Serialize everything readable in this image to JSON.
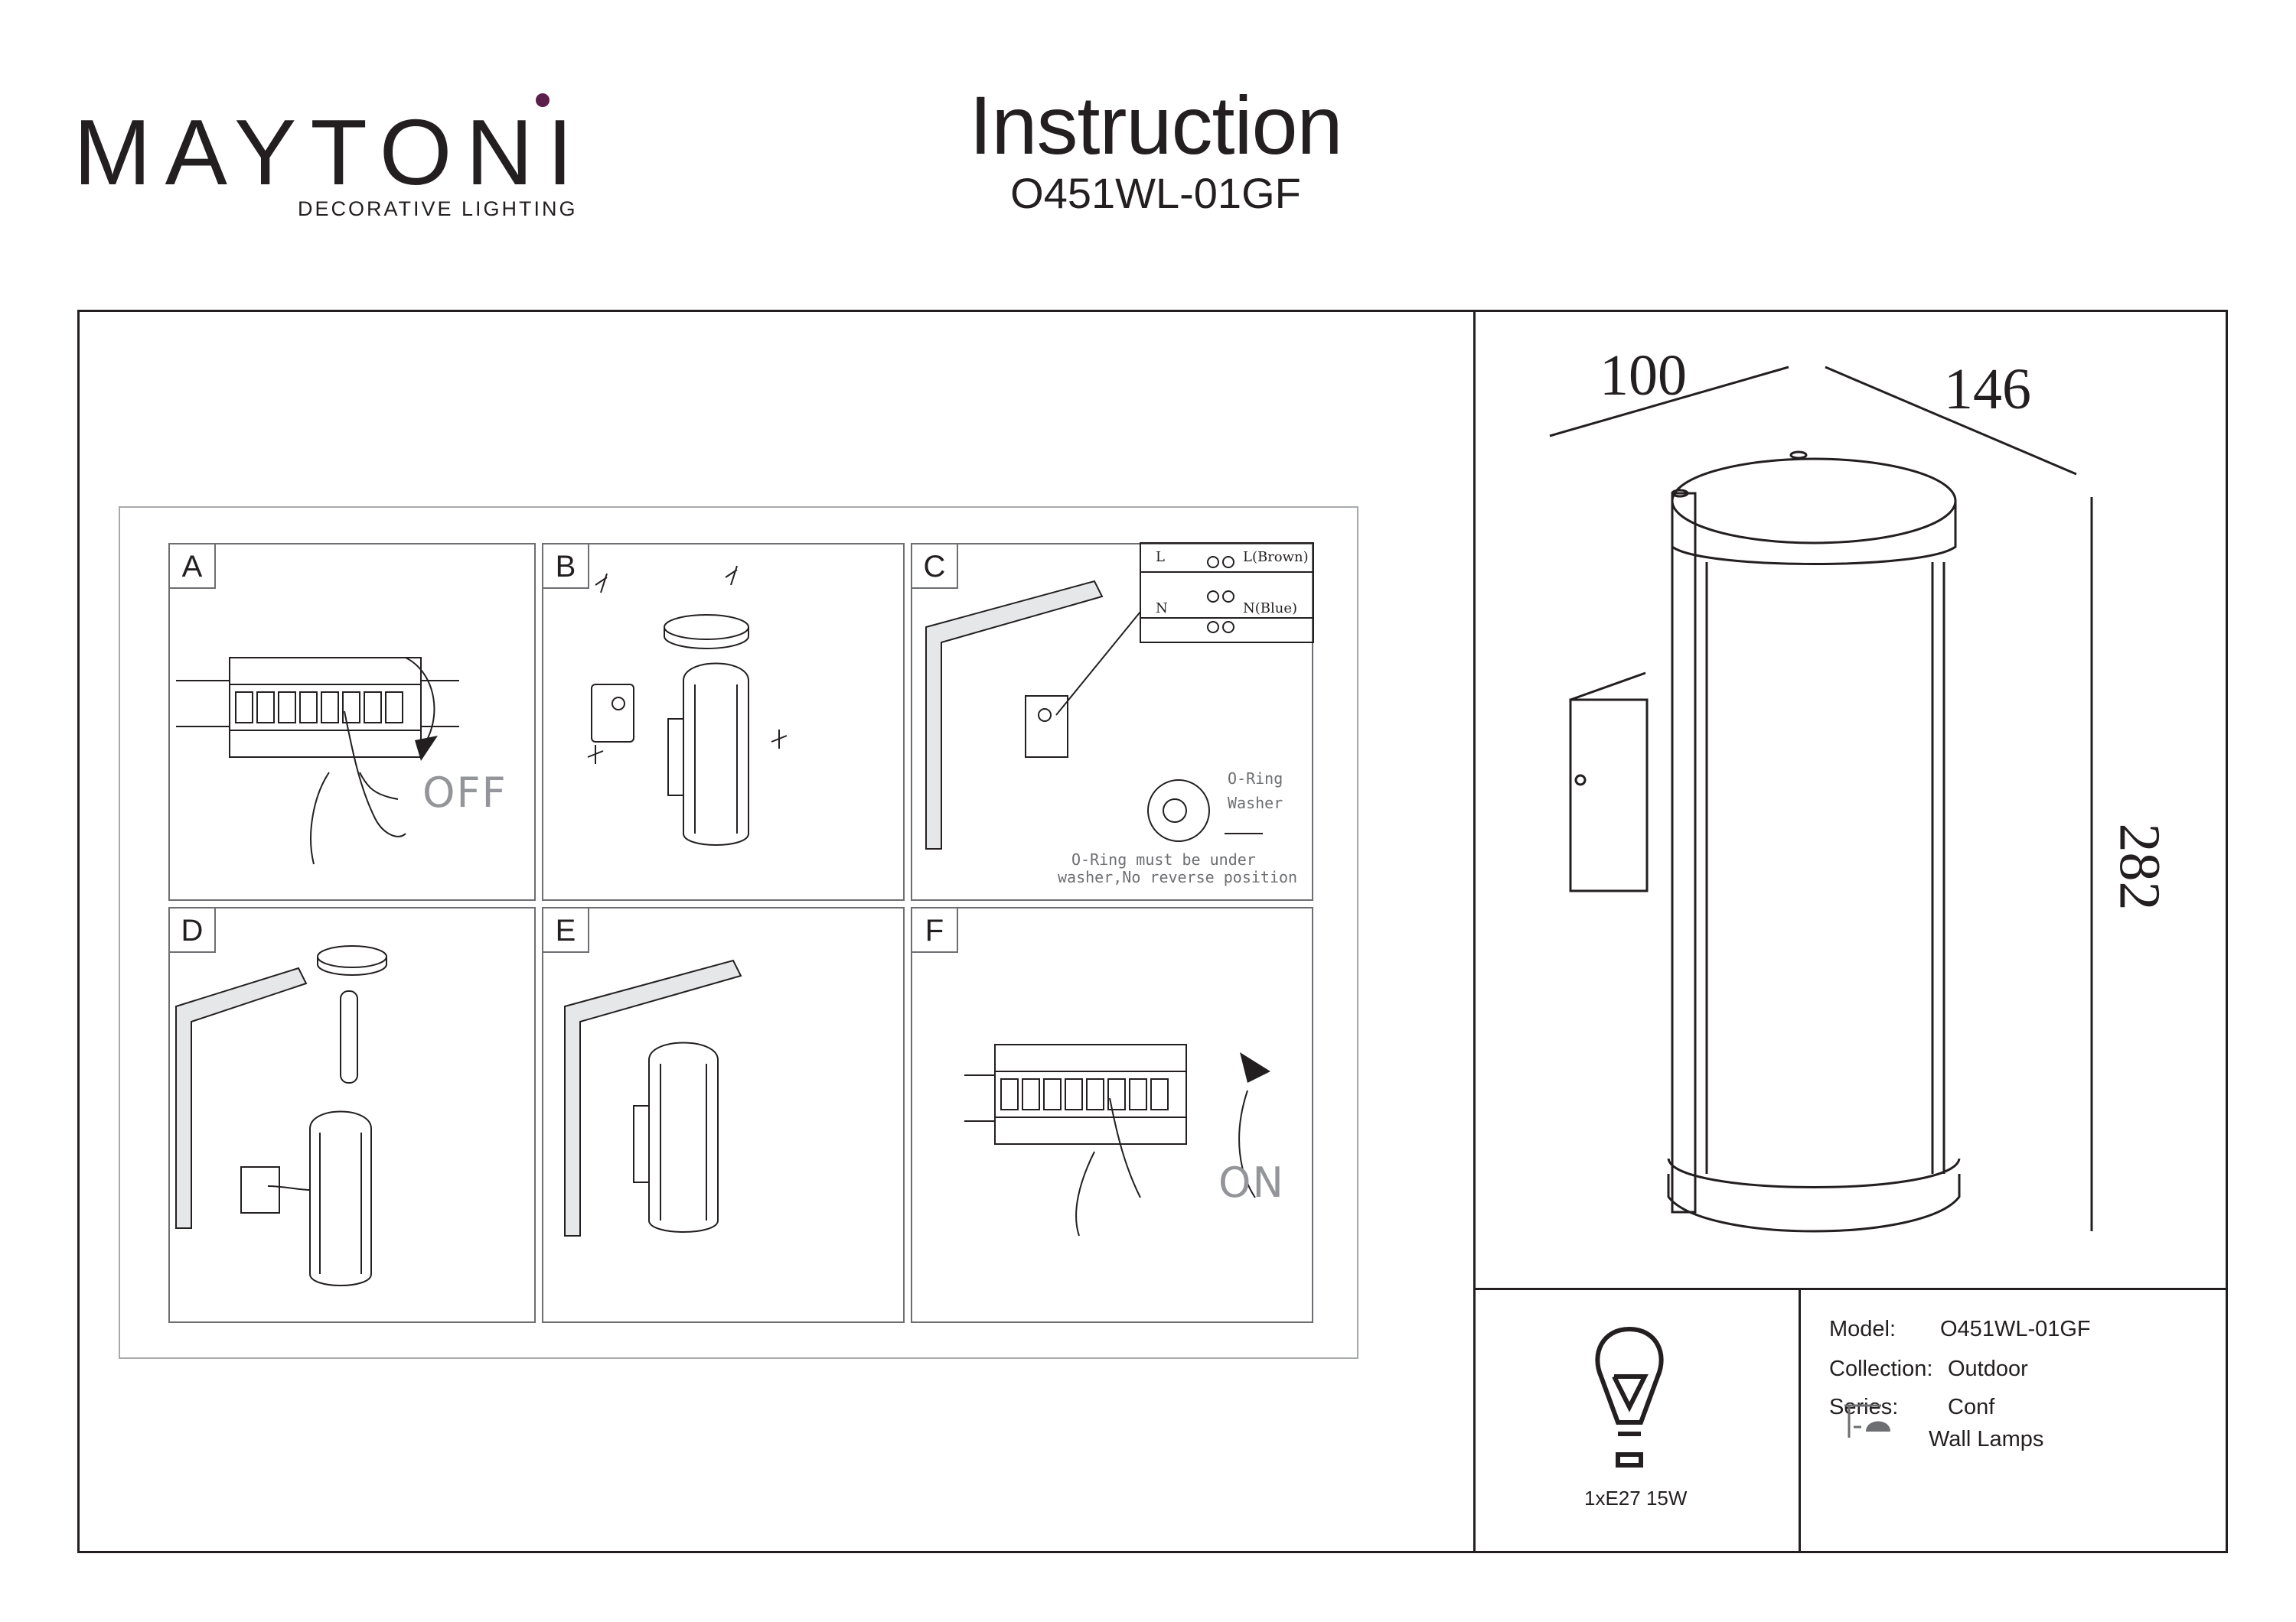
{
  "brand": {
    "wordmark": "MAYTONI",
    "tagline": "DECORATIVE LIGHTING",
    "accent_color": "#5b1f4a"
  },
  "header": {
    "title": "Instruction",
    "model_code": "O451WL-01GF"
  },
  "steps": [
    {
      "letter": "A",
      "label": "OFF"
    },
    {
      "letter": "B",
      "label": ""
    },
    {
      "letter": "C",
      "label": ""
    },
    {
      "letter": "D",
      "label": ""
    },
    {
      "letter": "E",
      "label": ""
    },
    {
      "letter": "F",
      "label": "ON"
    }
  ],
  "wiring": {
    "left_L": "L",
    "left_N": "N",
    "right_L": "L(Brown)",
    "right_N": "N(Blue)",
    "oring_label": "O-Ring",
    "washer_label": "Washer",
    "note_line1": "O-Ring must be under",
    "note_line2": "washer,No reverse position"
  },
  "dimensions": {
    "width": "100",
    "depth": "146",
    "height": "282"
  },
  "bulb": {
    "spec": "1xE27 15W",
    "icon": "light-bulb-icon"
  },
  "specs": {
    "model_label": "Model:",
    "model_value": "O451WL-01GF",
    "collection_label": "Collection:",
    "collection_value": "Outdoor",
    "series_label": "Series:",
    "series_value": "Conf",
    "type_icon": "wall-lamp-icon",
    "type_value": "Wall Lamps"
  }
}
